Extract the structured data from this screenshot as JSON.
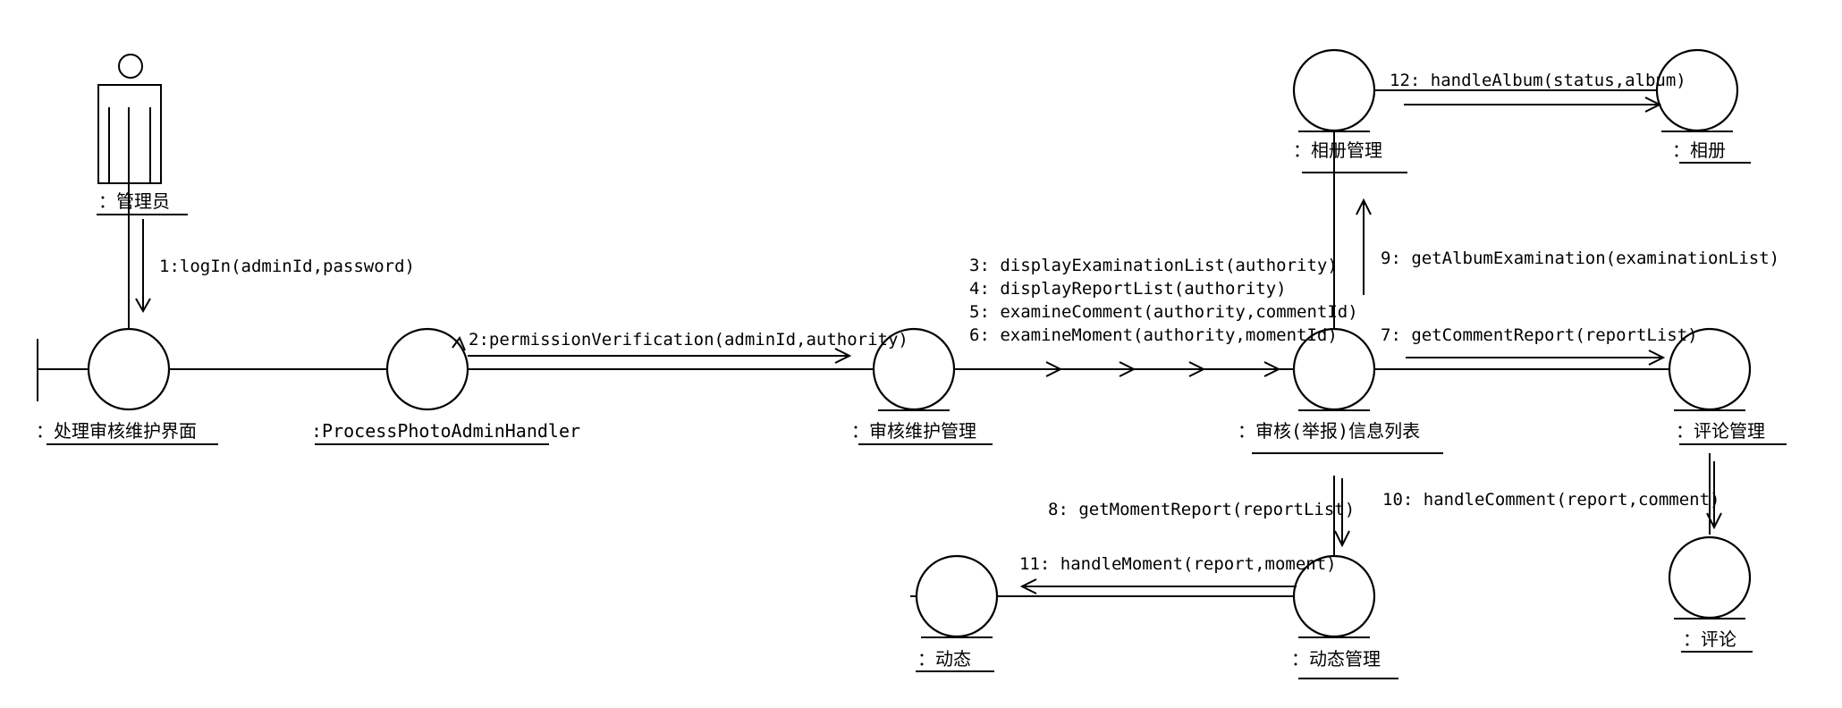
{
  "actor": {
    "label": "：管理员"
  },
  "objects": {
    "boundary": "：处理审核维护界面",
    "handler": ":ProcessPhotoAdminHandler",
    "audit_mgmt": "：审核维护管理",
    "info_list": "：审核(举报)信息列表",
    "album_mgmt": "：相册管理",
    "album": "：相册",
    "comment_mgmt": "：评论管理",
    "comment": "：评论",
    "moment_mgmt": "：动态管理",
    "moment": "：动态"
  },
  "messages": {
    "m1": "1:logIn(adminId,password)",
    "m2": "2:permissionVerification(adminId,authority)",
    "m3": "3: displayExaminationList(authority)",
    "m4": "4: displayReportList(authority)",
    "m5": "5: examineComment(authority,commentId)",
    "m6": "6: examineMoment(authority,momentId)",
    "m7": "7: getCommentReport(reportList)",
    "m8": "8: getMomentReport(reportList)",
    "m9": "9: getAlbumExamination(examinationList)",
    "m10": "10: handleComment(report,comment)",
    "m11": "11: handleMoment(report,moment)",
    "m12": "12: handleAlbum(status,album)"
  }
}
